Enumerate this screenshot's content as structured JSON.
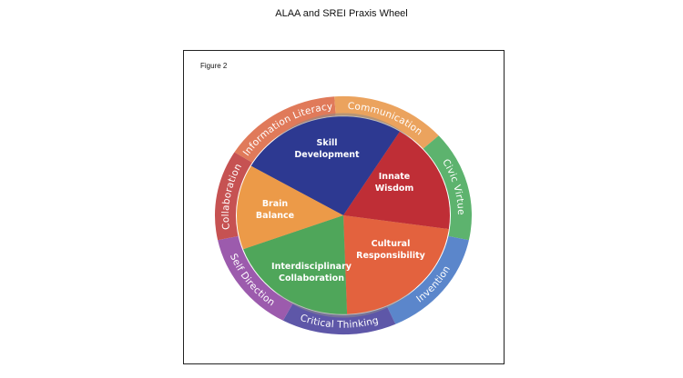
{
  "page": {
    "title": "ALAA and SREI Praxis Wheel"
  },
  "figure": {
    "label": "Figure 2"
  },
  "wheel": {
    "outer_ring": [
      {
        "label": "Information Literacy",
        "color": "#E07A5A"
      },
      {
        "label": "Communication",
        "color": "#EBA35E"
      },
      {
        "label": "Civic Virtue",
        "color": "#5DB36E"
      },
      {
        "label": "Invention",
        "color": "#5B86CB"
      },
      {
        "label": "Critical Thinking",
        "color": "#5E57A8"
      },
      {
        "label": "Self Direction",
        "color": "#9C5BAD"
      },
      {
        "label": "Collaboration",
        "color": "#C65252"
      }
    ],
    "inner_slices": [
      {
        "line1": "Skill",
        "line2": "Development",
        "color": "#2D3991"
      },
      {
        "line1": "Innate",
        "line2": "Wisdom",
        "color": "#BF2E36"
      },
      {
        "line1": "Cultural",
        "line2": "Responsibility",
        "color": "#E3623E"
      },
      {
        "line1": "Interdisciplinary",
        "line2": "Collaboration",
        "color": "#4FA65A"
      },
      {
        "line1": "Brain",
        "line2": "Balance",
        "color": "#EC9A48"
      }
    ]
  }
}
